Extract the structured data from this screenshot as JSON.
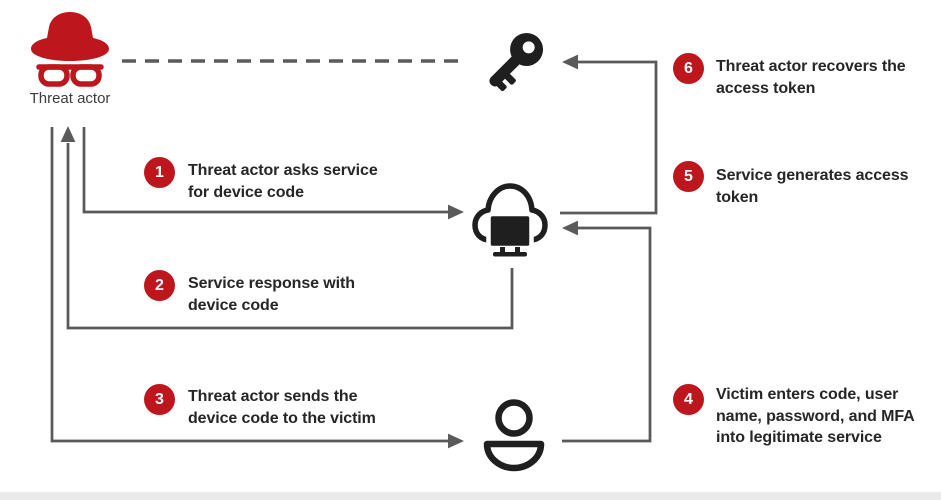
{
  "colors": {
    "accent_red": "#BE161D",
    "line_gray": "#5A5A5A",
    "icon_black": "#1F1F1F",
    "text_dark": "#262626",
    "footer_gray": "#EAEAEA"
  },
  "actors": {
    "threat_actor_label": "Threat actor",
    "service_icon": "cloud-service-icon",
    "victim_icon": "victim-person-icon",
    "token_icon": "key-icon"
  },
  "steps": [
    {
      "num": "1",
      "text": "Threat actor asks service\nfor device code"
    },
    {
      "num": "2",
      "text": "Service response with\ndevice code"
    },
    {
      "num": "3",
      "text": "Threat actor sends the\ndevice code to the victim"
    },
    {
      "num": "4",
      "text": "Victim enters code, user\nname, password, and MFA\ninto legitimate service"
    },
    {
      "num": "5",
      "text": "Service generates access\ntoken"
    },
    {
      "num": "6",
      "text": "Threat actor recovers the\naccess token"
    }
  ]
}
